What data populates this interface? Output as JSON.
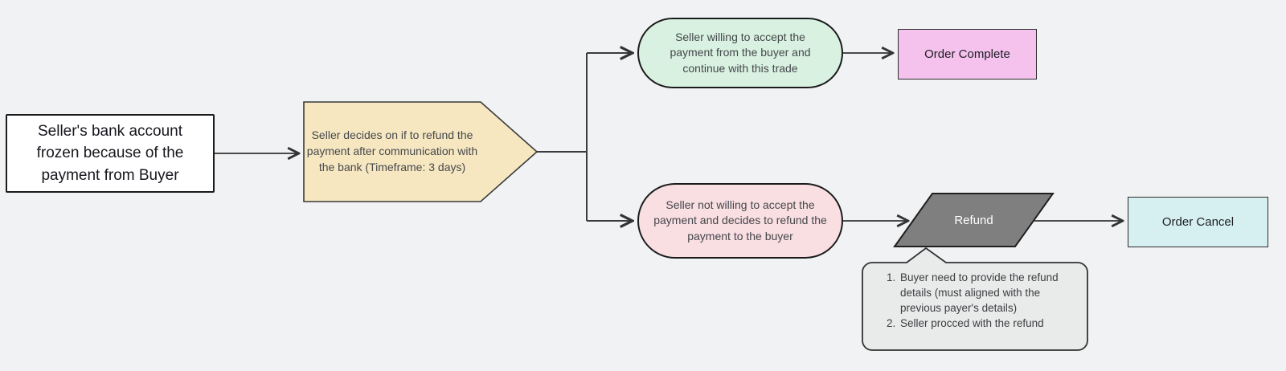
{
  "diagram": {
    "type": "flowchart",
    "nodes": {
      "start": {
        "shape": "rectangle",
        "text": "Seller's bank account frozen because of the payment from Buyer"
      },
      "decision": {
        "shape": "pentagon-arrow",
        "text": "Seller decides on if to refund the payment after communication with the bank (Timeframe: 3 days)"
      },
      "accept_branch": {
        "shape": "stadium",
        "text": "Seller willing to accept the payment from the buyer and continue with this trade"
      },
      "order_complete": {
        "shape": "rectangle",
        "text": "Order Complete"
      },
      "refuse_branch": {
        "shape": "stadium",
        "text": "Seller not willing to accept the payment and decides to refund the payment to the buyer"
      },
      "refund": {
        "shape": "parallelogram",
        "text": "Refund"
      },
      "order_cancel": {
        "shape": "rectangle",
        "text": "Order Cancel"
      },
      "refund_note": {
        "shape": "callout",
        "items": [
          "Buyer need to provide the refund details (must aligned with the previous payer's details)",
          "Seller procced with the refund"
        ]
      }
    },
    "edges": [
      {
        "from": "start",
        "to": "decision"
      },
      {
        "from": "decision",
        "to": "accept_branch"
      },
      {
        "from": "decision",
        "to": "refuse_branch"
      },
      {
        "from": "accept_branch",
        "to": "order_complete"
      },
      {
        "from": "refuse_branch",
        "to": "refund"
      },
      {
        "from": "refund",
        "to": "order_cancel"
      },
      {
        "from": "refund",
        "to": "refund_note"
      }
    ],
    "colors": {
      "background": "#f1f2f4",
      "start_fill": "#ffffff",
      "decision_fill": "#f6e7c1",
      "accept_fill": "#d9f1e1",
      "refuse_fill": "#f9dee2",
      "complete_fill": "#f4c2ed",
      "cancel_fill": "#d6f0f2",
      "refund_fill": "#7f7f7f",
      "note_fill": "#e9eaea",
      "node_border": "#1b1b1b",
      "connector": "#333333",
      "refund_text": "#ffffff"
    }
  }
}
